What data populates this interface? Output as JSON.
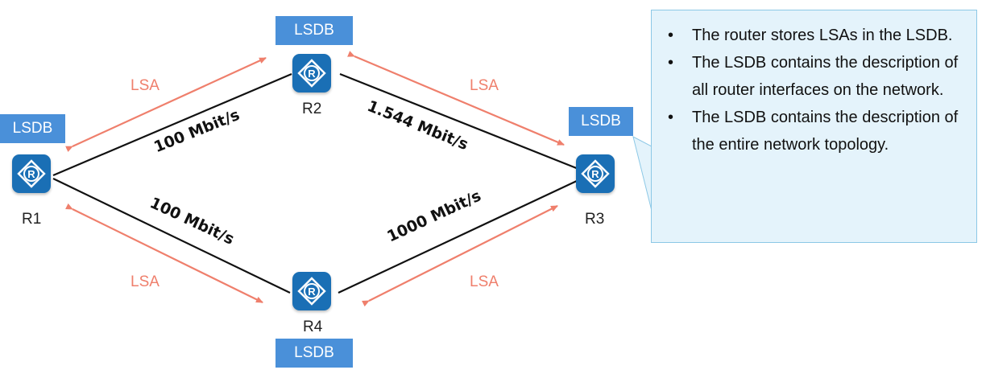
{
  "routers": [
    {
      "id": "r1",
      "label": "R1"
    },
    {
      "id": "r2",
      "label": "R2"
    },
    {
      "id": "r3",
      "label": "R3"
    },
    {
      "id": "r4",
      "label": "R4"
    }
  ],
  "lsdb_label": "LSDB",
  "lsa_label": "LSA",
  "links": [
    {
      "from": "R1",
      "to": "R2",
      "bandwidth": "100 Mbit/s"
    },
    {
      "from": "R2",
      "to": "R3",
      "bandwidth": "1.544 Mbit/s"
    },
    {
      "from": "R1",
      "to": "R4",
      "bandwidth": "100 Mbit/s"
    },
    {
      "from": "R4",
      "to": "R3",
      "bandwidth": "1000 Mbit/s"
    }
  ],
  "router_icon": "router-icon",
  "colors": {
    "router": "#1a6fb5",
    "lsdb": "#4a90d9",
    "lsa": "#ef7f6c",
    "note_bg": "#e4f3fb",
    "note_border": "#8cc8e6"
  },
  "note": {
    "bullets": [
      "The router stores LSAs in the LSDB.",
      "The LSDB contains the description of all router interfaces on the network.",
      "The LSDB contains the description of the entire network topology."
    ]
  }
}
